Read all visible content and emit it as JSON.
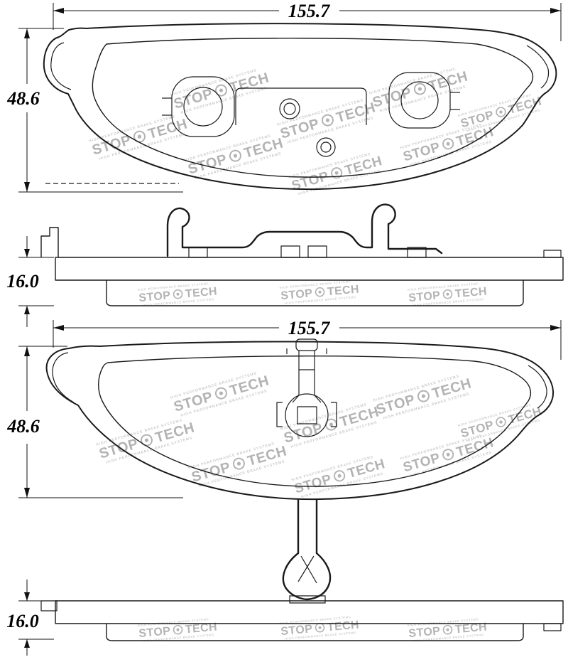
{
  "page": {
    "background": "#ffffff",
    "line_color": "#1a1a1a",
    "watermark_color": "#a6a6a6"
  },
  "dimensions": {
    "pad1": {
      "width": "155.7",
      "height": "48.6",
      "thickness": "16.0"
    },
    "pad2": {
      "width": "155.7",
      "height": "48.6",
      "thickness": "16.0"
    }
  },
  "watermark": {
    "stop": "STOP",
    "tech": "TECH",
    "tagline": "HIGH PERFORMANCE BRAKE SYSTEMS"
  }
}
